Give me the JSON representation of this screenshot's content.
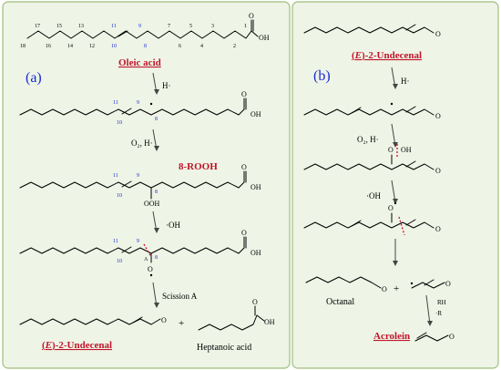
{
  "left": {
    "tag": "(a)",
    "oleic_label": "Oleic acid",
    "oleic_numbers": [
      "18",
      "17",
      "16",
      "15",
      "14",
      "13",
      "12",
      "11",
      "10",
      "9",
      "8",
      "7",
      "6",
      "5",
      "4",
      "3",
      "2",
      "1"
    ],
    "step1_reagent": "H·",
    "step2_reagent": "O₂, H·",
    "rooh_label": "8-ROOH",
    "ooh_group": "OOH",
    "step3_reagent": "·OH",
    "o_radical": "O",
    "scission_label": "Scission A",
    "site_a": "A",
    "product_e": "E",
    "product_rest": "-2-Undecenal",
    "plus": "+",
    "heptanoic_label": "Heptanoic acid",
    "oh": "OH",
    "o": "O",
    "blue_11": "11",
    "blue_10": "10",
    "blue_9": "9",
    "blue_8": "8"
  },
  "right": {
    "tag": "(b)",
    "title_e": "E",
    "title_rest": "-2-Undecenal",
    "step1_reagent": "H·",
    "step2_reagent": "O₂, H·",
    "oh_group": "OH",
    "step3_reagent": "·OH",
    "octanal_label": "Octanal",
    "plus": "+",
    "rh": "RH",
    "r": "·R",
    "acrolein_label": "Acrolein",
    "o": "O"
  }
}
